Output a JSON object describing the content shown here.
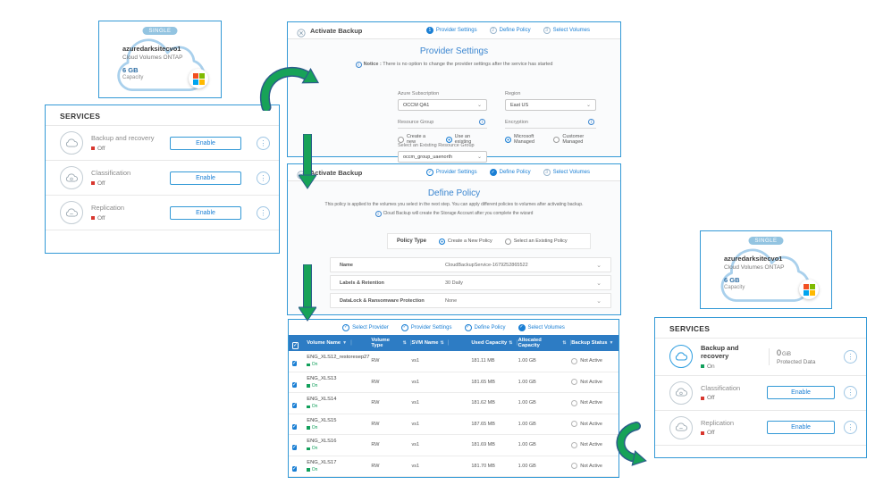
{
  "cloud_card_left": {
    "badge": "SINGLE",
    "name": "azuredarksitecvo1",
    "platform": "Cloud Volumes ONTAP",
    "capacity_value": "6 GB",
    "capacity_label": "Capacity"
  },
  "cloud_card_right": {
    "badge": "SINGLE",
    "name": "azuredarksitecvo1",
    "platform": "Cloud Volumes ONTAP",
    "capacity_value": "6 GB",
    "capacity_label": "Capacity"
  },
  "services_left": {
    "title": "SERVICES",
    "items": [
      {
        "label": "Backup and recovery",
        "status": "Off",
        "action": "Enable"
      },
      {
        "label": "Classification",
        "status": "Off",
        "action": "Enable"
      },
      {
        "label": "Replication",
        "status": "Off",
        "action": "Enable"
      }
    ]
  },
  "services_right": {
    "title": "SERVICES",
    "items": [
      {
        "label": "Backup and recovery",
        "status": "On",
        "metric_value": "0",
        "metric_unit": "GiB",
        "metric_label": "Protected Data"
      },
      {
        "label": "Classification",
        "status": "Off",
        "action": "Enable"
      },
      {
        "label": "Replication",
        "status": "Off",
        "action": "Enable"
      }
    ]
  },
  "wizard_provider": {
    "app_title": "Activate Backup",
    "steps": [
      {
        "num": "1",
        "label": "Provider Settings"
      },
      {
        "num": "2",
        "label": "Define Policy"
      },
      {
        "num": "3",
        "label": "Select Volumes"
      }
    ],
    "heading": "Provider Settings",
    "notice_prefix": "Notice :",
    "notice_text": "There is no option to change the provider settings after the service has started",
    "azure_subscription_label": "Azure Subscription",
    "azure_subscription_value": "OCCM QA1",
    "region_label": "Region",
    "region_value": "East US",
    "resource_group_label": "Resource Group",
    "rg_option1": "Create a new",
    "rg_option2": "Use an existing",
    "encryption_label": "Encryption",
    "enc_option1": "Microsoft Managed",
    "enc_option2": "Customer Managed",
    "existing_rg_label": "Select an Existing Resource Group",
    "existing_rg_value": "occm_group_uaenorth"
  },
  "wizard_policy": {
    "app_title": "Activate Backup",
    "steps": [
      {
        "num": "✓",
        "label": "Provider Settings"
      },
      {
        "num": "✓",
        "label": "Define Policy"
      },
      {
        "num": "3",
        "label": "Select Volumes"
      }
    ],
    "heading": "Define Policy",
    "description": "This policy is applied to the volumes you select in the next step. You can apply different policies to volumes after activating backup.",
    "info_note": "Cloud Backup will create the Storage Account after you complete the wizard",
    "policy_type_label": "Policy Type",
    "policy_option1": "Create a New Policy",
    "policy_option2": "Select an Existing Policy",
    "rows": [
      {
        "label": "Name",
        "value": "CloudBackupService-1679252865522"
      },
      {
        "label": "Labels & Retention",
        "value": "30 Daily"
      },
      {
        "label": "DataLock & Ransomware Protection",
        "value": "None"
      }
    ]
  },
  "wizard_volumes": {
    "steps": [
      {
        "num": "✓",
        "label": "Select Provider"
      },
      {
        "num": "✓",
        "label": "Provider Settings"
      },
      {
        "num": "✓",
        "label": "Define Policy"
      },
      {
        "num": "✓",
        "label": "Select Volumes"
      }
    ],
    "columns": [
      "Volume Name",
      "Volume Type",
      "SVM Name",
      "Used Capacity",
      "Allocated Capacity",
      "Backup Status"
    ],
    "rows": [
      {
        "name": "ENG_XLS12_restoresep27",
        "state": "On",
        "type": "RW",
        "svm": "vs1",
        "used": "181.11 MB",
        "allocated": "1.00 GB",
        "status": "Not Active"
      },
      {
        "name": "ENG_XLS13",
        "state": "On",
        "type": "RW",
        "svm": "vs1",
        "used": "181.65 MB",
        "allocated": "1.00 GB",
        "status": "Not Active"
      },
      {
        "name": "ENG_XLS14",
        "state": "On",
        "type": "RW",
        "svm": "vs1",
        "used": "181.62 MB",
        "allocated": "1.00 GB",
        "status": "Not Active"
      },
      {
        "name": "ENG_XLS15",
        "state": "On",
        "type": "RW",
        "svm": "vs1",
        "used": "187.65 MB",
        "allocated": "1.00 GB",
        "status": "Not Active"
      },
      {
        "name": "ENG_XLS16",
        "state": "On",
        "type": "RW",
        "svm": "vs1",
        "used": "181.69 MB",
        "allocated": "1.00 GB",
        "status": "Not Active"
      },
      {
        "name": "ENG_XLS17",
        "state": "On",
        "type": "RW",
        "svm": "vs1",
        "used": "181.70 MB",
        "allocated": "1.00 GB",
        "status": "Not Active"
      }
    ]
  },
  "colors": {
    "accent_blue": "#1a7fd4",
    "border_blue": "#3399d6",
    "table_header_blue": "#2d7cc4",
    "arrow_green": "#17a258",
    "status_red": "#d8372f",
    "status_green": "#12a05c"
  }
}
